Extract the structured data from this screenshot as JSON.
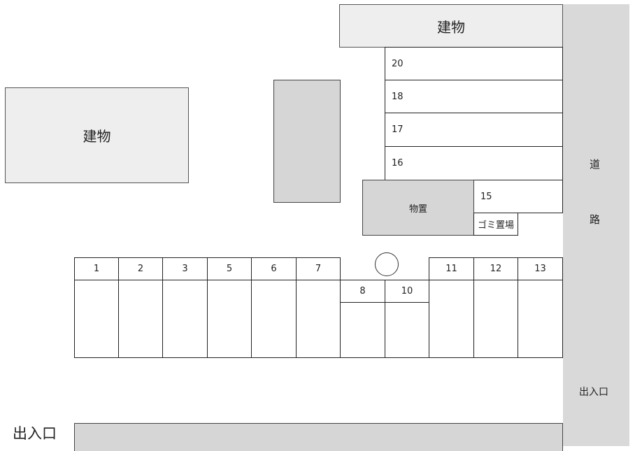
{
  "buildings": {
    "top_right": "建物",
    "left": "建物"
  },
  "storage": {
    "label": "物置"
  },
  "garbage": {
    "label": "ゴミ置場"
  },
  "road": {
    "char1": "道",
    "char2": "路",
    "entrance": "出入口"
  },
  "entrance_bottom": {
    "label": "出入口"
  },
  "right_column_spaces": [
    "20",
    "18",
    "17",
    "16",
    "15"
  ],
  "bottom_row_left": [
    "1",
    "2",
    "3",
    "5",
    "6",
    "7"
  ],
  "bottom_row_middle": [
    "8",
    "10"
  ],
  "bottom_row_right": [
    "11",
    "12",
    "13"
  ],
  "colors": {
    "building": "#eeeeee",
    "gray_block": "#d6d6d6",
    "road": "#d9d9d9"
  }
}
